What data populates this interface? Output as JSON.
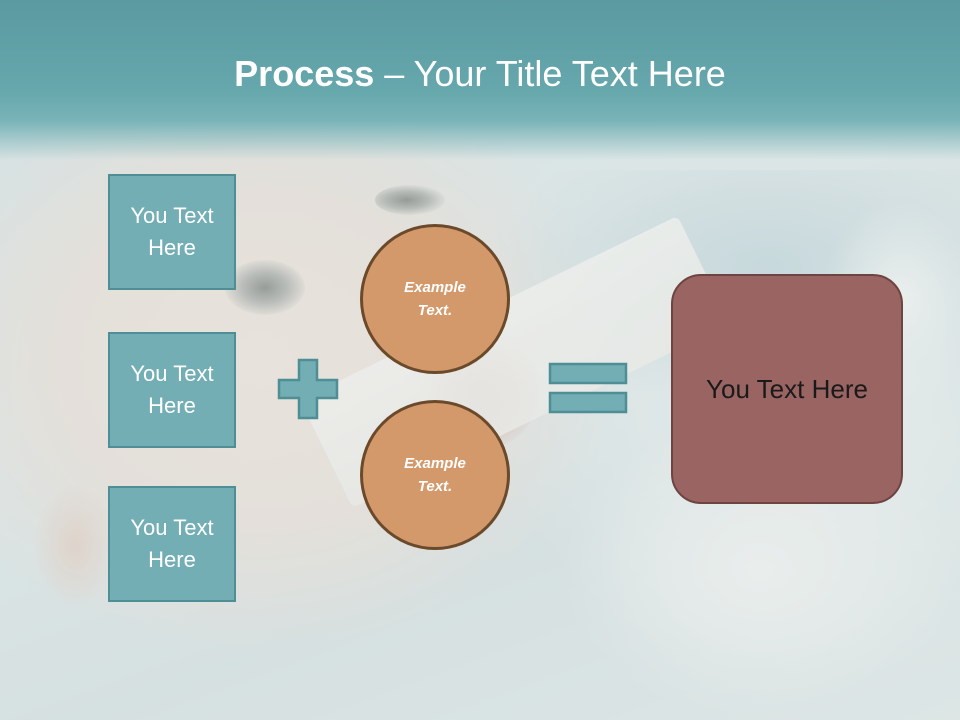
{
  "slide": {
    "title_bold": "Process",
    "title_rest": " – Your Title Text Here"
  },
  "left_boxes": [
    {
      "label": "You Text Here"
    },
    {
      "label": "You Text Here"
    },
    {
      "label": "You Text Here"
    }
  ],
  "circles": [
    {
      "label": "Example Text."
    },
    {
      "label": "Example Text."
    }
  ],
  "operators": {
    "plus": "plus-icon",
    "equals": "equals-icon"
  },
  "result_box": {
    "label": "You Text Here"
  },
  "colors": {
    "header": "#5a9aa0",
    "box_fill": "#72aeb4",
    "box_border": "#4f8e94",
    "circle_fill": "#d4996a",
    "circle_border": "#6b4a2c",
    "result_fill": "#996462",
    "result_border": "#6e4442"
  }
}
